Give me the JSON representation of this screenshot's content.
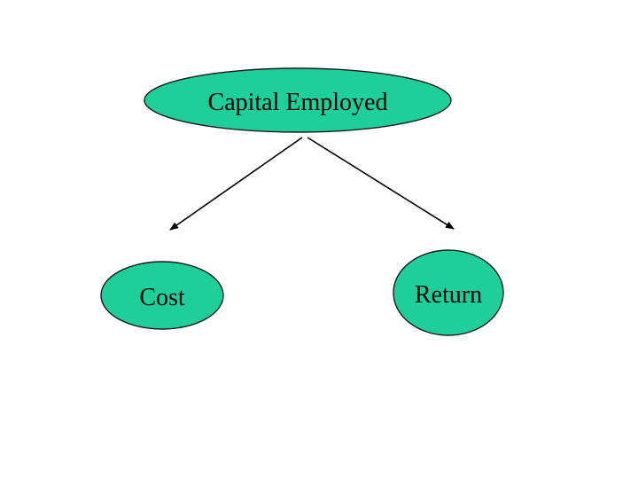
{
  "diagram": {
    "type": "tree",
    "colors": {
      "node_fill": "#1fcf9a",
      "node_stroke": "#1a1a1a",
      "arrow": "#000000",
      "background": "#ffffff"
    },
    "nodes": {
      "root": {
        "label": "Capital Employed"
      },
      "left": {
        "label": "Cost"
      },
      "right": {
        "label": "Return"
      }
    },
    "edges": [
      {
        "from": "Capital Employed",
        "to": "Cost"
      },
      {
        "from": "Capital Employed",
        "to": "Return"
      }
    ]
  }
}
